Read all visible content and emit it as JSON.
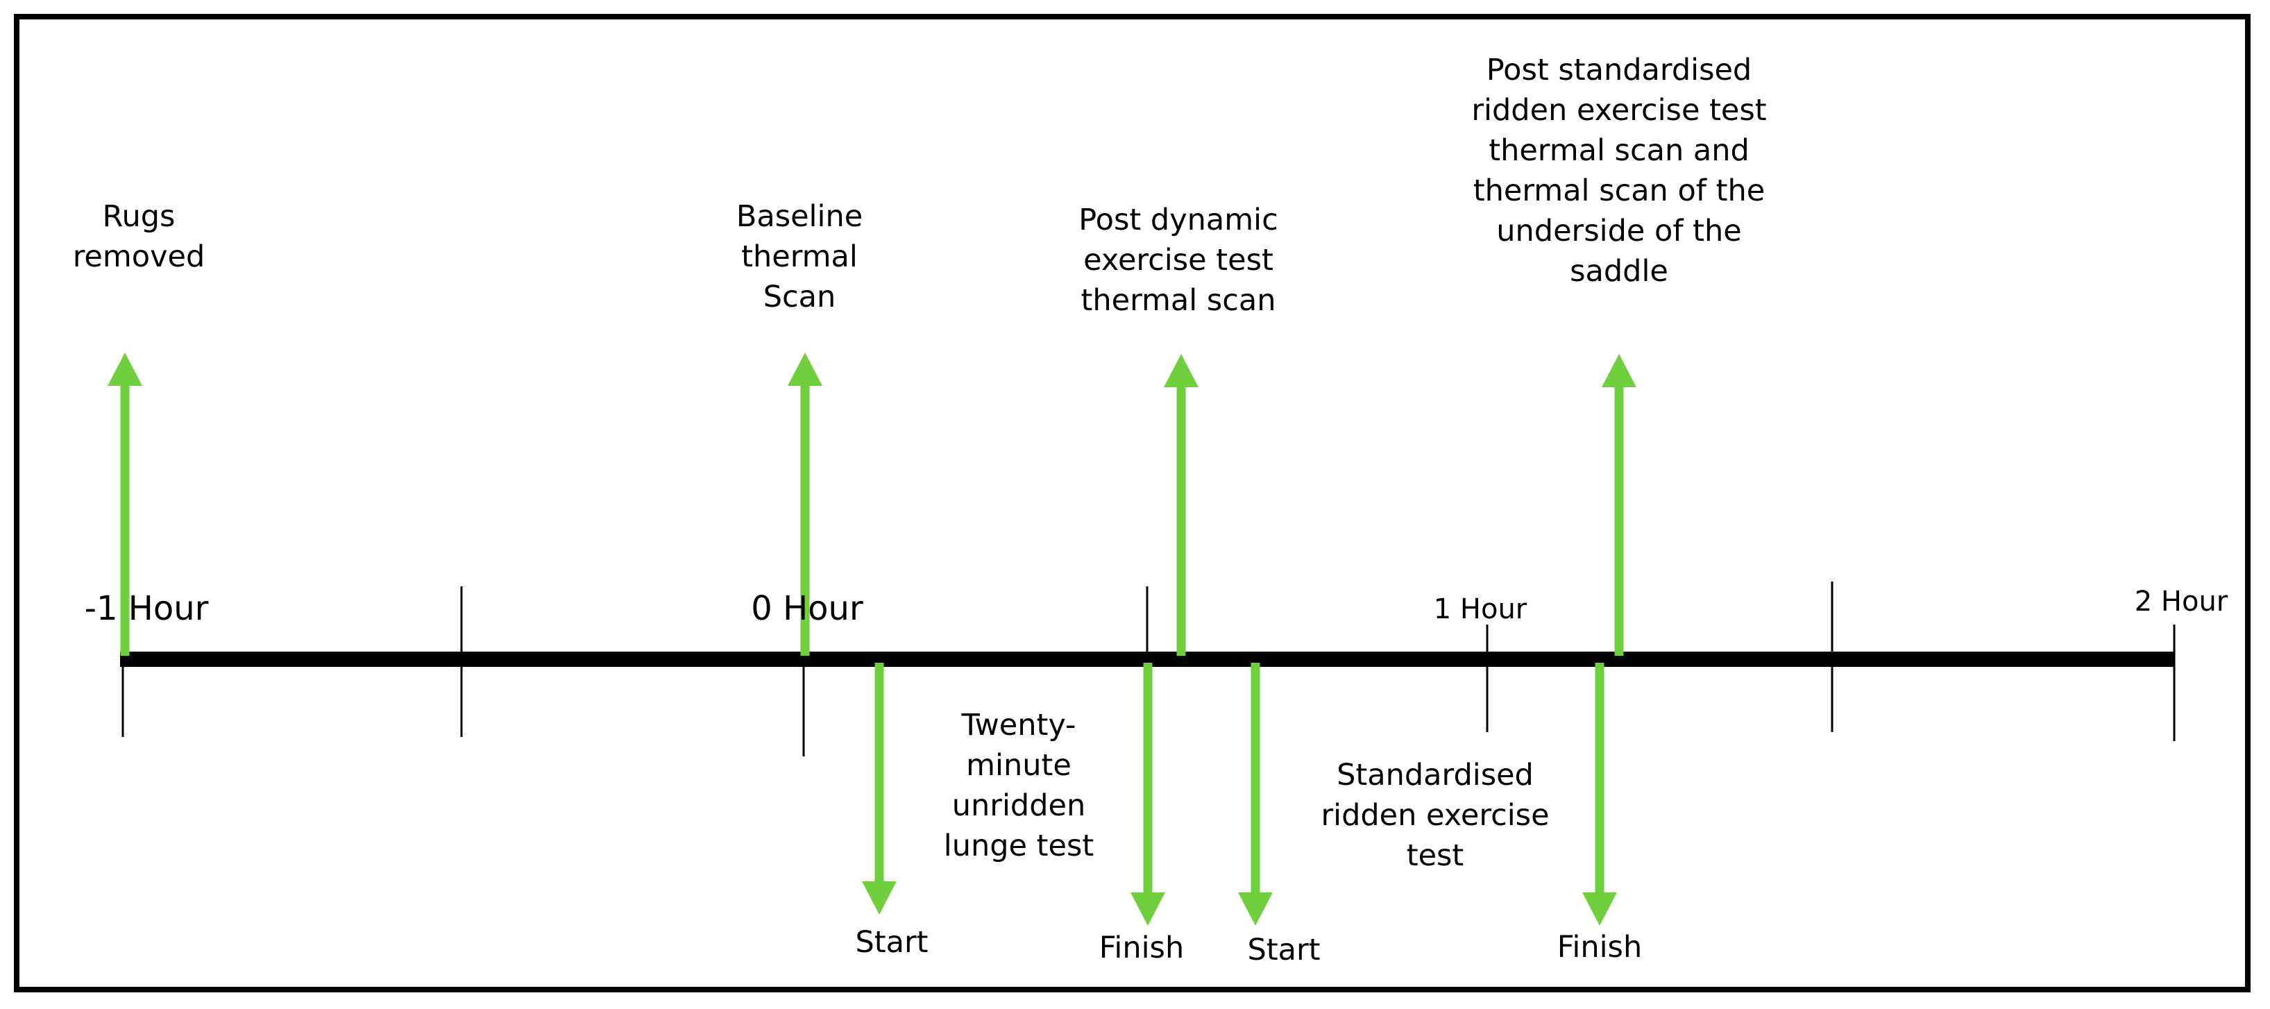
{
  "colors": {
    "arrow": "#6fcf3c",
    "line": "#000000",
    "frame": "#000000"
  },
  "time_labels": {
    "minus_one": "-1 Hour",
    "zero": "0 Hour",
    "one": "1 Hour",
    "two": "2 Hour"
  },
  "events_above": {
    "rugs": [
      "Rugs",
      "removed"
    ],
    "baseline": [
      "Baseline",
      "thermal",
      "Scan"
    ],
    "post_dynamic": [
      "Post dynamic",
      "exercise test",
      "thermal scan"
    ],
    "post_standardised": [
      "Post standardised",
      "ridden exercise test",
      "thermal scan and",
      "thermal scan of the",
      "underside of the",
      "saddle"
    ]
  },
  "events_below": {
    "lunge_test": [
      "Twenty-",
      "minute",
      "unridden",
      "lunge test"
    ],
    "ridden_test": [
      "Standardised",
      "ridden exercise",
      "test"
    ]
  },
  "markers": {
    "lunge_start": "Start",
    "lunge_finish": "Finish",
    "ridden_start": "Start",
    "ridden_finish": "Finish"
  }
}
